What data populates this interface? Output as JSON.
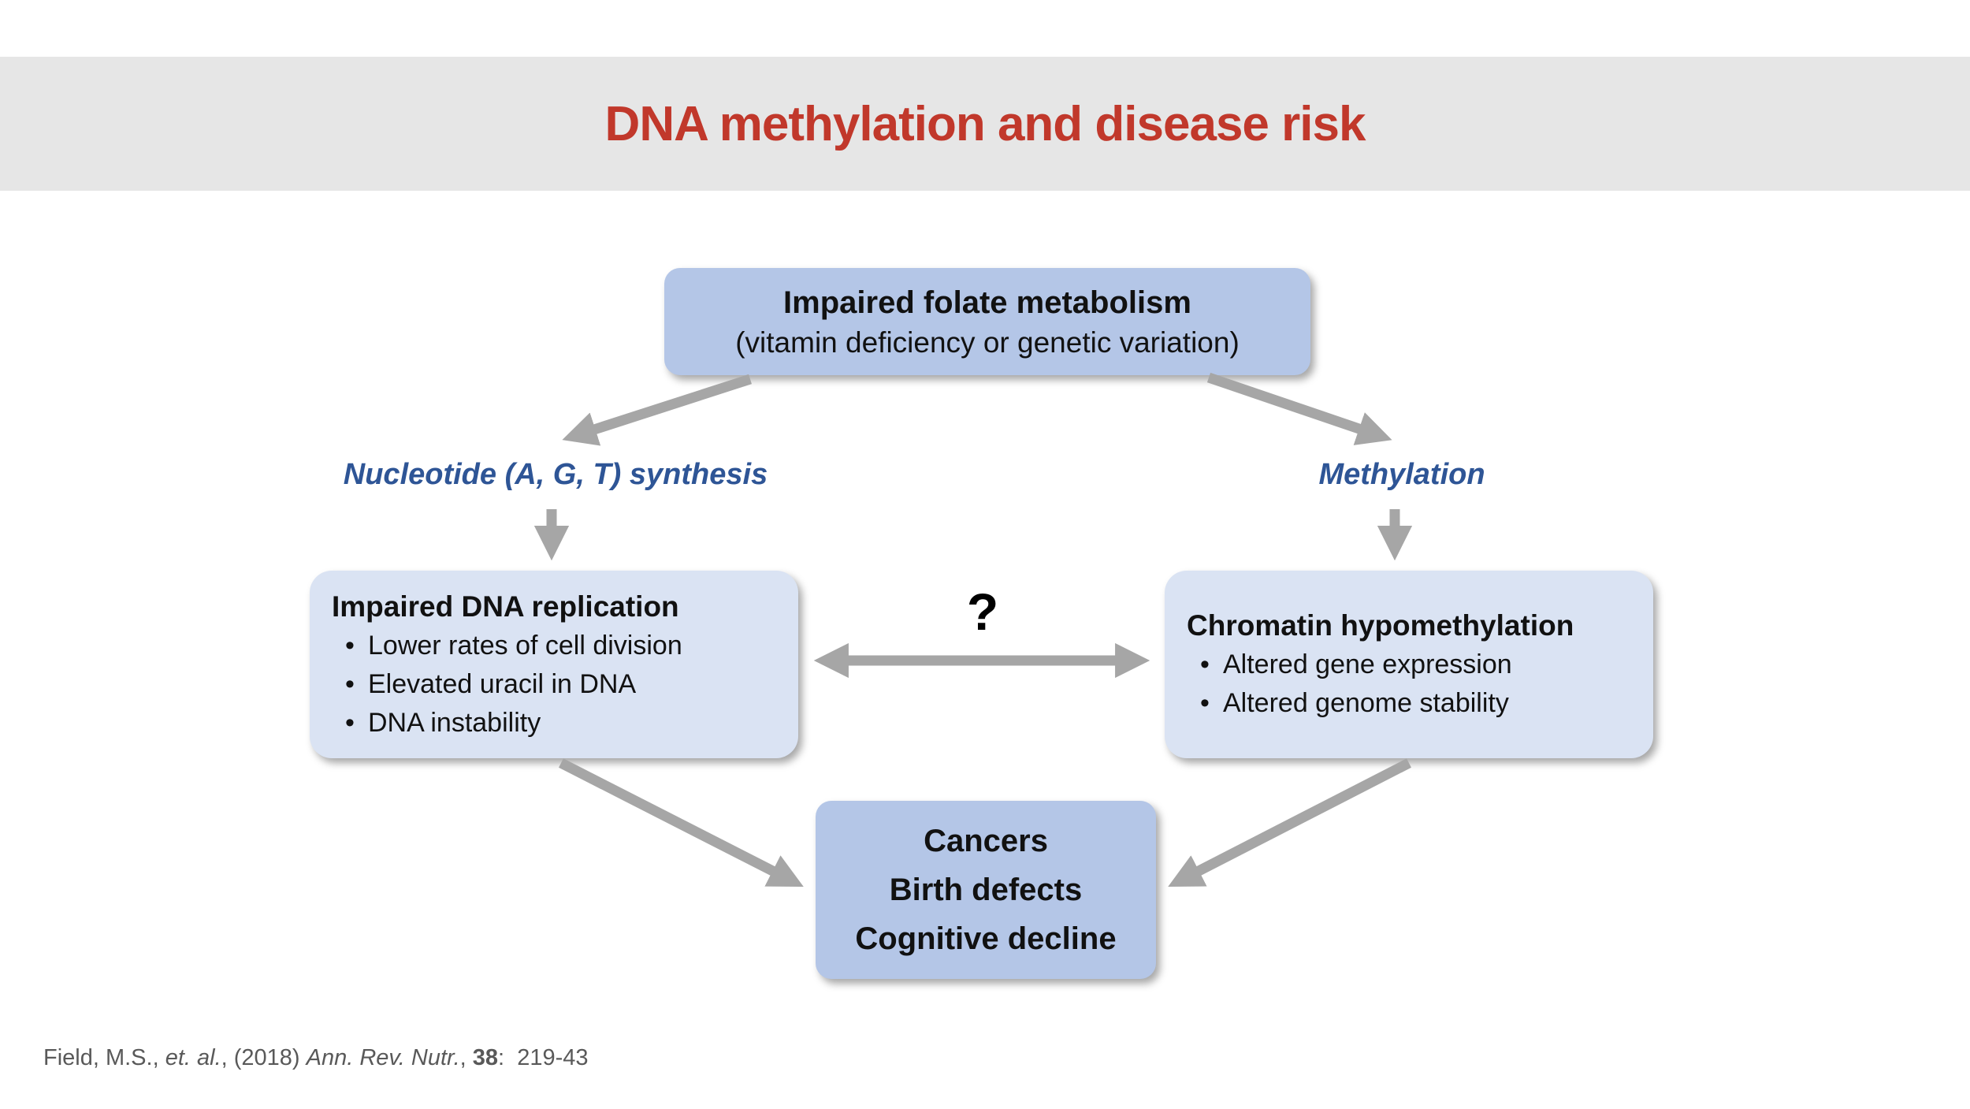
{
  "slide": {
    "title": "DNA methylation and disease risk"
  },
  "diagram": {
    "top_box": {
      "title": "Impaired folate metabolism",
      "subtitle": "(vitamin deficiency or genetic variation)"
    },
    "branch_labels": {
      "left": "Nucleotide (A, G, T) synthesis",
      "right": "Methylation"
    },
    "left_box": {
      "title": "Impaired DNA replication",
      "bullets": [
        "Lower rates of cell division",
        "Elevated uracil in DNA",
        "DNA instability"
      ]
    },
    "right_box": {
      "title": "Chromatin hypomethylation",
      "bullets": [
        "Altered gene expression",
        "Altered genome stability"
      ]
    },
    "question_mark": "?",
    "outcome_box": {
      "lines": [
        "Cancers",
        "Birth defects",
        "Cognitive decline"
      ]
    },
    "bullet_char": "•"
  },
  "citation": {
    "part1": "Field, M.S., ",
    "italic1": "et. al.",
    "part2": ", (2018) ",
    "italic2": "Ann. Rev. Nutr.",
    "part3": ", ",
    "bold": "38",
    "part4": ":  219-43"
  },
  "colors": {
    "title_red": "#C1382B",
    "band_gray": "#E6E6E6",
    "box_blue_dark": "#B4C6E7",
    "box_blue_light": "#DAE3F3",
    "branch_label_blue": "#2E5596",
    "arrow_gray": "#A6A6A6",
    "citation_gray": "#595959",
    "text_black": "#000000"
  }
}
